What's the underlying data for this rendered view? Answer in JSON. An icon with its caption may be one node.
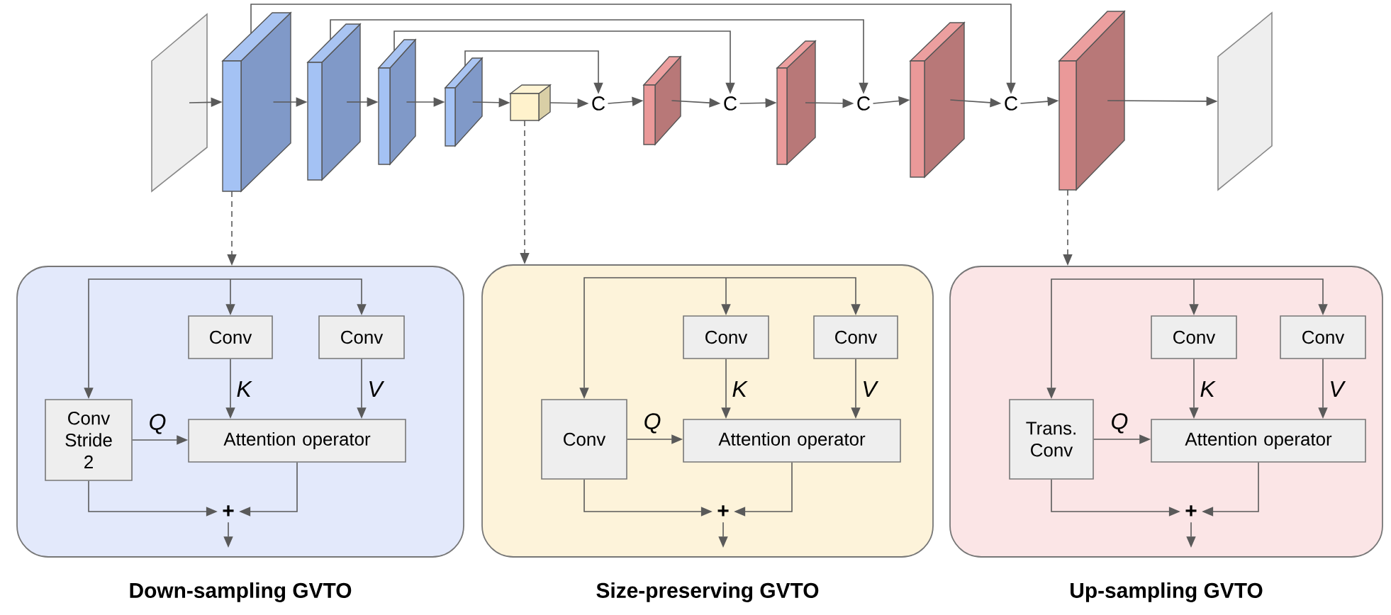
{
  "diagram": {
    "nodes": [
      {
        "text": [],
        "shape": "parallelogram"
      },
      {
        "text": [],
        "shape": "box"
      },
      {
        "text": [],
        "shape": "box"
      },
      {
        "text": [],
        "shape": "box"
      },
      {
        "text": [],
        "shape": "box"
      },
      {
        "text": [],
        "shape": "box"
      },
      {
        "text": [
          "C"
        ]
      },
      {
        "text": [],
        "shape": "box"
      },
      {
        "text": [
          "C"
        ]
      },
      {
        "text": [],
        "shape": "box"
      },
      {
        "text": [
          "C"
        ]
      },
      {
        "text": [],
        "shape": "box"
      },
      {
        "text": [
          "C"
        ]
      },
      {
        "text": [],
        "shape": "box"
      },
      {
        "text": [],
        "shape": "parallelogram"
      },
      {
        "text": [
          "Down-sampling GVTO"
        ]
      },
      {
        "text": [
          "Conv"
        ],
        "in": 15
      },
      {
        "text": [
          "Conv"
        ],
        "in": 15
      },
      {
        "text": [
          "Conv Stride 2"
        ],
        "in": 15
      },
      {
        "text": [
          "Attention operator"
        ],
        "in": 15
      },
      {
        "text": [
          "+"
        ],
        "in": 15
      },
      {
        "text": [
          "Size-preserving GVTO"
        ]
      },
      {
        "text": [
          "Conv"
        ],
        "in": 21
      },
      {
        "text": [
          "Conv"
        ],
        "in": 21
      },
      {
        "text": [
          "Conv"
        ],
        "in": 21
      },
      {
        "text": [
          "Attention operator"
        ],
        "in": 21
      },
      {
        "text": [
          "+"
        ],
        "in": 21
      },
      {
        "text": [
          "Up-sampling GVTO"
        ]
      },
      {
        "text": [
          "Conv"
        ],
        "in": 27
      },
      {
        "text": [
          "Conv"
        ],
        "in": 27
      },
      {
        "text": [
          "Trans. Conv"
        ],
        "in": 27
      },
      {
        "text": [
          "Attention operator"
        ],
        "in": 27
      },
      {
        "text": [
          "+"
        ],
        "in": 27
      }
    ],
    "edges": [
      {
        "from": 0,
        "to": 1,
        "arrow": "to"
      },
      {
        "from": 1,
        "to": 2,
        "arrow": "to"
      },
      {
        "from": 2,
        "to": 3,
        "arrow": "to"
      },
      {
        "from": 3,
        "to": 4,
        "arrow": "to"
      },
      {
        "from": 4,
        "to": 5,
        "arrow": "to"
      },
      {
        "from": 5,
        "to": 6,
        "arrow": "to"
      },
      {
        "from": 6,
        "to": 7,
        "arrow": "to"
      },
      {
        "from": 7,
        "to": 8,
        "arrow": "to"
      },
      {
        "from": 8,
        "to": 9,
        "arrow": "to"
      },
      {
        "from": 9,
        "to": 10,
        "arrow": "to"
      },
      {
        "from": 10,
        "to": 11,
        "arrow": "to"
      },
      {
        "from": 11,
        "to": 12,
        "arrow": "to"
      },
      {
        "from": 12,
        "to": 13,
        "arrow": "to"
      },
      {
        "from": 13,
        "to": 14,
        "arrow": "to"
      },
      {
        "from": 4,
        "to": 6,
        "arrow": "to"
      },
      {
        "from": 3,
        "to": 8,
        "arrow": "to"
      },
      {
        "from": 2,
        "to": 10,
        "arrow": "to"
      },
      {
        "from": 1,
        "to": 12,
        "arrow": "to"
      },
      {
        "from": 1,
        "to": 15,
        "arrow": "to",
        "style": "dashed"
      },
      {
        "from": 5,
        "to": 21,
        "arrow": "to",
        "style": "dashed"
      },
      {
        "from": 13,
        "to": 27,
        "arrow": "to",
        "style": "dashed"
      },
      {
        "from": null,
        "to": 18,
        "arrow": "to"
      },
      {
        "from": null,
        "to": 16,
        "arrow": "to"
      },
      {
        "from": null,
        "to": 17,
        "arrow": "to"
      },
      {
        "from": 16,
        "to": 19,
        "arrow": "to",
        "label": "K"
      },
      {
        "from": 17,
        "to": 19,
        "arrow": "to",
        "label": "V"
      },
      {
        "from": 18,
        "to": 19,
        "arrow": "to",
        "label": "Q"
      },
      {
        "from": 18,
        "to": 20,
        "arrow": "to"
      },
      {
        "from": 19,
        "to": 20,
        "arrow": "to"
      },
      {
        "from": 20,
        "to": null,
        "arrow": "to"
      },
      {
        "from": null,
        "to": 24,
        "arrow": "to"
      },
      {
        "from": null,
        "to": 22,
        "arrow": "to"
      },
      {
        "from": null,
        "to": 23,
        "arrow": "to"
      },
      {
        "from": 22,
        "to": 25,
        "arrow": "to",
        "label": "K"
      },
      {
        "from": 23,
        "to": 25,
        "arrow": "to",
        "label": "V"
      },
      {
        "from": 24,
        "to": 25,
        "arrow": "to",
        "label": "Q"
      },
      {
        "from": 24,
        "to": 26,
        "arrow": "to"
      },
      {
        "from": 25,
        "to": 26,
        "arrow": "to"
      },
      {
        "from": 26,
        "to": null,
        "arrow": "to"
      },
      {
        "from": null,
        "to": 30,
        "arrow": "to"
      },
      {
        "from": null,
        "to": 28,
        "arrow": "to"
      },
      {
        "from": null,
        "to": 29,
        "arrow": "to"
      },
      {
        "from": 28,
        "to": 31,
        "arrow": "to",
        "label": "K"
      },
      {
        "from": 29,
        "to": 31,
        "arrow": "to",
        "label": "V"
      },
      {
        "from": 30,
        "to": 31,
        "arrow": "to",
        "label": "Q"
      },
      {
        "from": 30,
        "to": 32,
        "arrow": "to"
      },
      {
        "from": 31,
        "to": 32,
        "arrow": "to"
      },
      {
        "from": 32,
        "to": null,
        "arrow": "to"
      }
    ]
  }
}
